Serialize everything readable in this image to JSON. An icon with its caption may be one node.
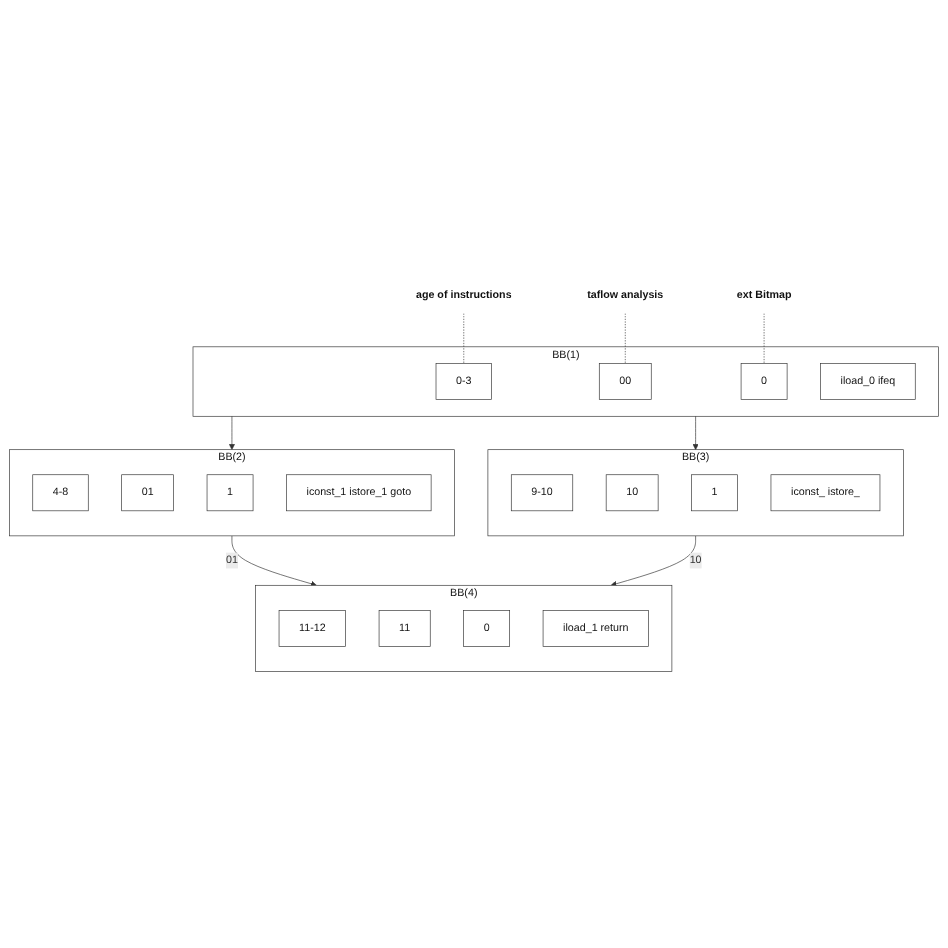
{
  "diagram": {
    "nodes": [
      {
        "text": [
          "age of instructions"
        ]
      },
      {
        "text": [
          "taflow analysis"
        ]
      },
      {
        "text": [
          "ext Bitmap"
        ]
      },
      {
        "text": [
          "BB(1)"
        ]
      },
      {
        "text": [
          "0-3"
        ],
        "in": 3
      },
      {
        "text": [
          "00"
        ],
        "in": 3
      },
      {
        "text": [
          "0"
        ],
        "in": 3
      },
      {
        "text": [
          "iload_0 ifeq"
        ],
        "in": 3
      },
      {
        "text": [
          "BB(2)"
        ]
      },
      {
        "text": [
          "4-8"
        ],
        "in": 8
      },
      {
        "text": [
          "01"
        ],
        "in": 8
      },
      {
        "text": [
          "1"
        ],
        "in": 8
      },
      {
        "text": [
          "iconst_1 istore_1 goto"
        ],
        "in": 8
      },
      {
        "text": [
          "BB(3)"
        ]
      },
      {
        "text": [
          "9-10"
        ],
        "in": 13
      },
      {
        "text": [
          "10"
        ],
        "in": 13
      },
      {
        "text": [
          "1"
        ],
        "in": 13
      },
      {
        "text": [
          "iconst_ istore_"
        ],
        "in": 13
      },
      {
        "text": [
          "BB(4)"
        ]
      },
      {
        "text": [
          "11-12"
        ],
        "in": 18
      },
      {
        "text": [
          "11"
        ],
        "in": 18
      },
      {
        "text": [
          "0"
        ],
        "in": 18
      },
      {
        "text": [
          "iload_1 return"
        ],
        "in": 18
      }
    ],
    "edges": [
      {
        "from": 0,
        "to": 4,
        "arrow": "none",
        "style": "dashed"
      },
      {
        "from": 1,
        "to": 5,
        "arrow": "none",
        "style": "dashed"
      },
      {
        "from": 2,
        "to": 6,
        "arrow": "none",
        "style": "dashed"
      },
      {
        "from": 3,
        "to": 8,
        "arrow": "to"
      },
      {
        "from": 3,
        "to": 13,
        "arrow": "to"
      },
      {
        "from": 8,
        "to": 18,
        "arrow": "to",
        "label": "01"
      },
      {
        "from": 13,
        "to": 18,
        "arrow": "to",
        "label": "10"
      }
    ]
  }
}
